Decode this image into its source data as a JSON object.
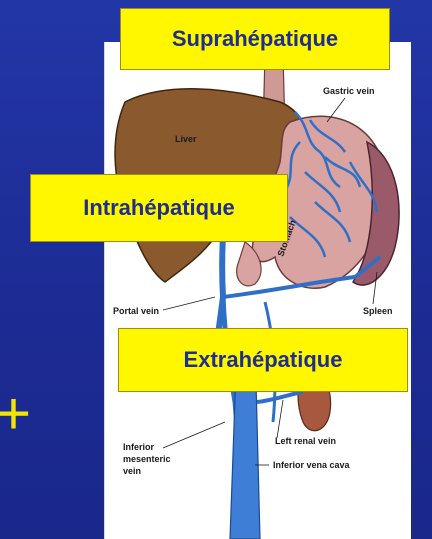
{
  "slide": {
    "background_color": "#1e2f9a",
    "bullet_glyph": "+",
    "bullet_color": "#f2e600"
  },
  "callouts": {
    "suprahepatic": "Suprahépatique",
    "intrahepatic": "Intrahépatique",
    "extrahepatic": "Extrahépatique"
  },
  "anatomy_labels": {
    "gastric_vein": "Gastric vein",
    "liver": "Liver",
    "stomach": "Stomach",
    "spleen": "Spleen",
    "portal_vein": "Portal vein",
    "left_renal_vein": "Left renal vein",
    "inferior_mesenteric_vein_line1": "Inferior",
    "inferior_mesenteric_vein_line2": "mesenteric",
    "inferior_mesenteric_vein_line3": "vein",
    "inferior_vena_cava": "Inferior  vena cava"
  },
  "colors": {
    "callout_fill": "#fef700",
    "callout_text": "#1f2d8c",
    "liver": "#8a5a2e",
    "stomach": "#d8a3a0",
    "spleen": "#9a5a6a",
    "veins": "#2f6fc8"
  }
}
